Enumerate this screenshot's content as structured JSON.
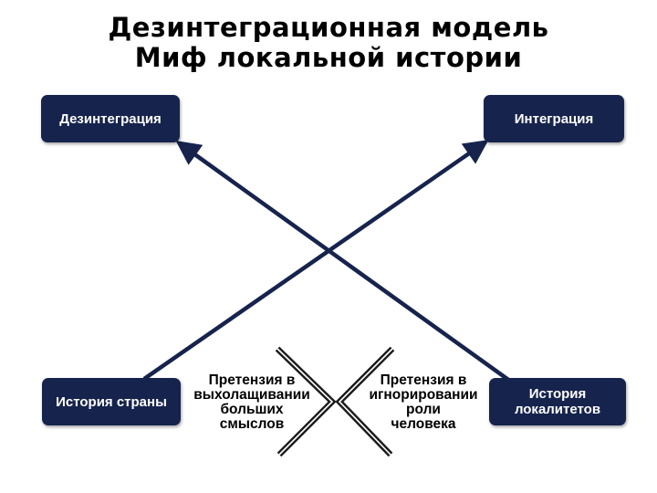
{
  "title": {
    "line1": "Дезинтеграционная модель",
    "line2": "Миф локальной истории"
  },
  "nodes": {
    "disintegration": "Дезинтеграция",
    "integration": "Интеграция",
    "country_history": "История страны",
    "localities_history": [
      "История",
      "локалитетов"
    ]
  },
  "claims": {
    "left": [
      "Претензия в",
      "выхолащивании",
      "больших",
      "смыслов"
    ],
    "right": [
      "Претензия в",
      "игнорировании",
      "роли",
      "человека"
    ]
  },
  "colors": {
    "box_fill": "#16244d",
    "arrow": "#16244d",
    "cross": "#1c1c1c"
  }
}
